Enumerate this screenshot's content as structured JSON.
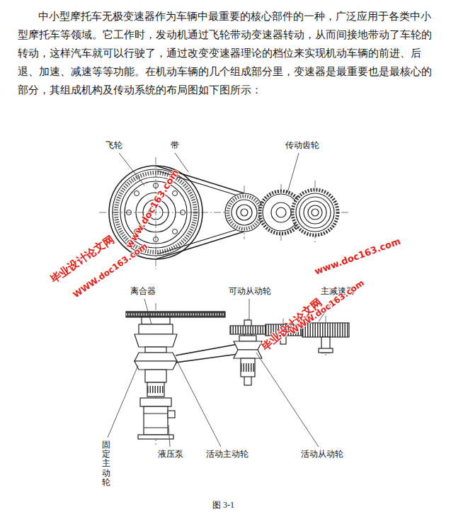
{
  "diagram": {
    "caption": "图 3-1",
    "labels": [
      "中小型摩托车无极变速器作为车辆中最重要的核心部件的一种，广泛应用于各类中小型摩托车等领域。它工作时，发动机通过飞轮带动变速器转动，从而间接地带动了车轮的转动，这样汽车就可以行驶了，通过改变变速器理论的档位来实现机动车辆的前进、后退、加速、减速等等功能。在机动车辆的几个组成部分里，变速器是最重要也是最核心的部分，其组成机构及传动系统的布局图如下图所示：",
      "飞轮",
      "带",
      "传动齿轮",
      "离合器",
      "可动从动轮",
      "主减速器",
      "固定主动轮",
      "液压泵",
      "活动主动轮",
      "活动从动轮",
      "www.doc163.com",
      "毕业设计论文网",
      "WWW.doc163.com",
      "www.doc163.com",
      "毕业设计论文网",
      "WWW.doc163.com"
    ]
  }
}
